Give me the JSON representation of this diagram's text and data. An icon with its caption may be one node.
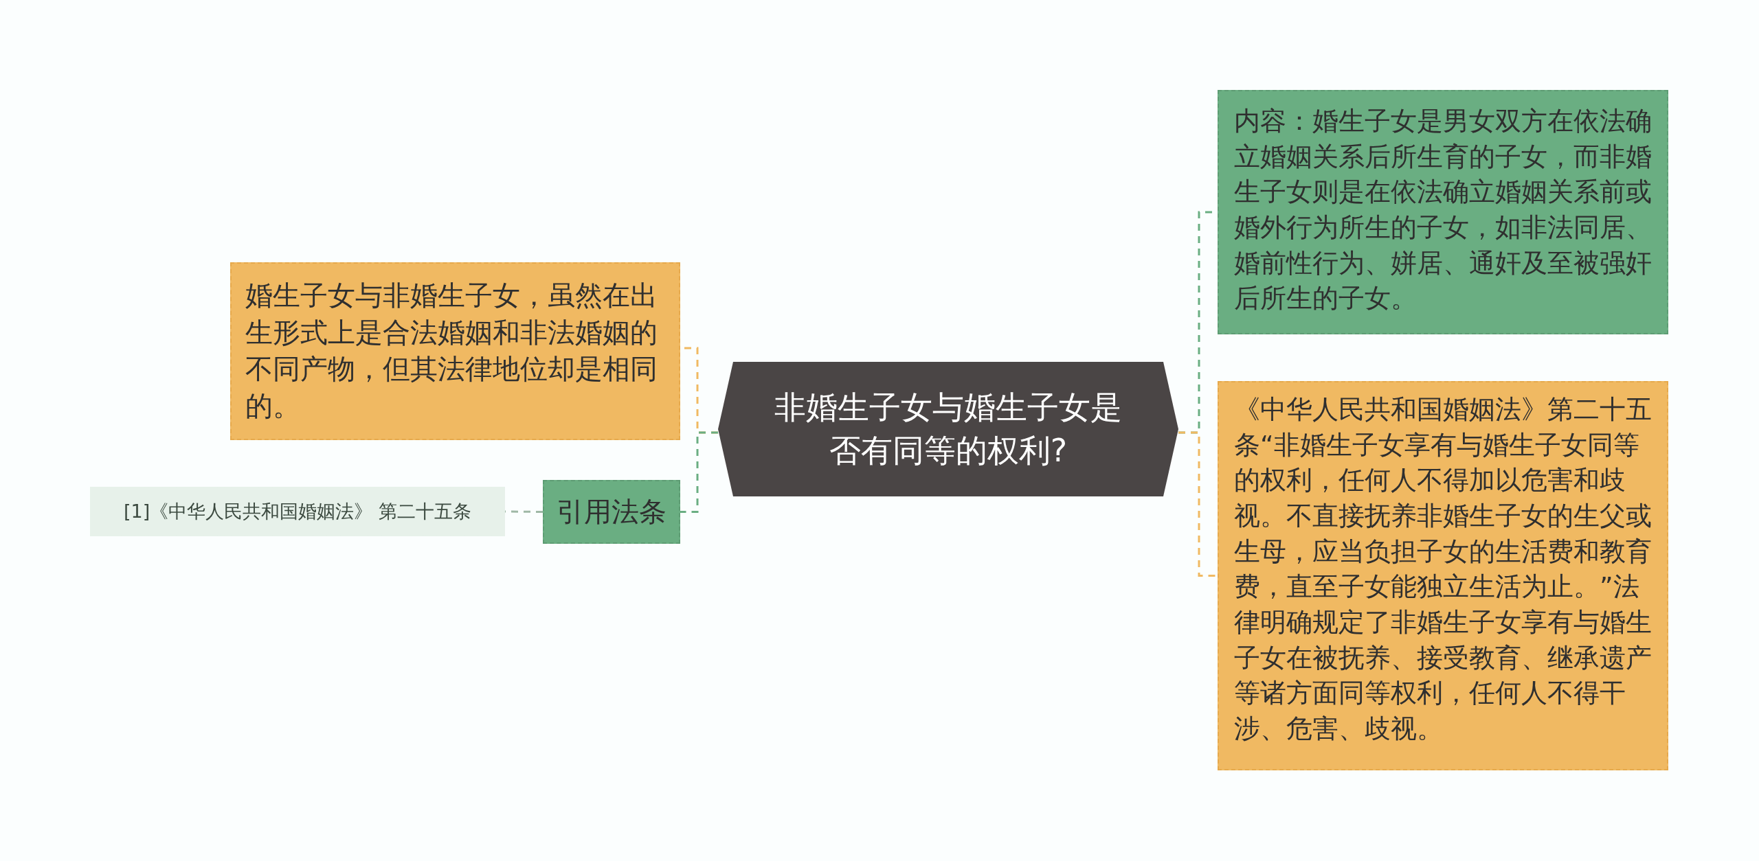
{
  "diagram": {
    "nodes": [
      {
        "text": [
          "非婚生子女与婚生子女是否有同等的权利?"
        ]
      },
      {
        "text": [
          "婚生子女与非婚生子女，虽然在出生形式上是合法婚姻和非法婚姻的不同产物，但其法律地位却是相同的。"
        ]
      },
      {
        "text": [
          "引用法条"
        ]
      },
      {
        "text": [
          "[1]《中华人民共和国婚姻法》 第二十五条"
        ]
      },
      {
        "text": [
          "内容：婚生子女是男女双方在依法确立婚姻关系后所生育的子女，而非婚生子女则是在依法确立婚姻关系前或婚外行为所生的子女，如非法同居、婚前性行为、姘居、通奸及至被强奸后所生的子女。"
        ]
      },
      {
        "text": [
          "《中华人民共和国婚姻法》第二十五条“非婚生子女享有与婚生子女同等的权利，任何人不得加以危害和歧视。不直接抚养非婚生子女的生父或生母，应当负担子女的生活费和教育费，直至子女能独立生活为止。”法律明确规定了非婚生子女享有与婚生子女在被抚养、接受教育、继承遗产等诸方面同等权利，任何人不得干涉、危害、歧视。"
        ]
      }
    ],
    "edges": [
      {
        "from": 0,
        "to": 1,
        "arrow": "none",
        "style": "dashed",
        "color": "#f0b962"
      },
      {
        "from": 0,
        "to": 2,
        "arrow": "none",
        "style": "dashed",
        "color": "#6aae82"
      },
      {
        "from": 2,
        "to": 3,
        "arrow": "none",
        "style": "dashed",
        "color": "#9fb8a6"
      },
      {
        "from": 0,
        "to": 4,
        "arrow": "none",
        "style": "dashed",
        "color": "#6aae82"
      },
      {
        "from": 0,
        "to": 5,
        "arrow": "none",
        "style": "dashed",
        "color": "#f0b962"
      }
    ]
  }
}
